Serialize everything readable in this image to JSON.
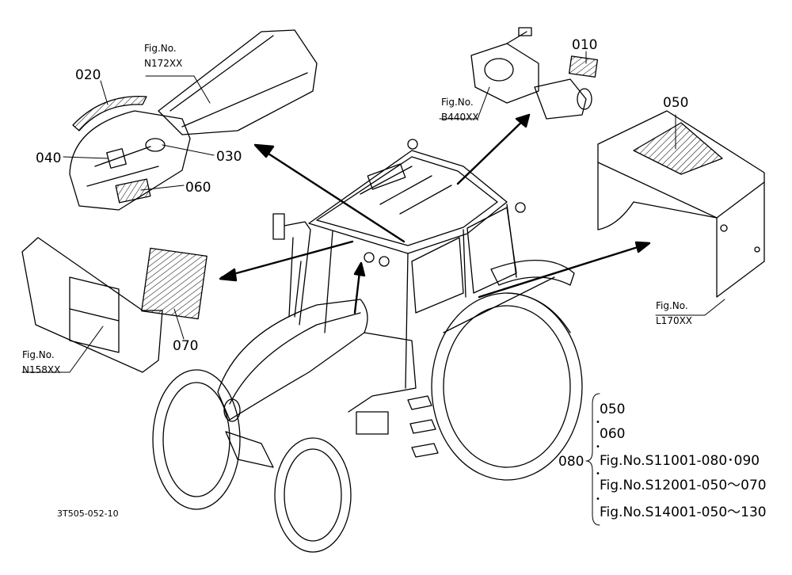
{
  "diagram": {
    "code": "3T505-052-10",
    "parts": {
      "p010": "010",
      "p020": "020",
      "p030": "030",
      "p040": "040",
      "p050": "050",
      "p060": "060",
      "p070": "070",
      "p080": "080"
    },
    "figs": {
      "n172_a": "Fig.No.",
      "n172_b": "N172XX",
      "b440_a": "Fig.No.",
      "b440_b": "B440XX",
      "l170_a": "Fig.No.",
      "l170_b": "L170XX",
      "n158_a": "Fig.No.",
      "n158_b": "N158XX"
    },
    "list": [
      "050",
      "060",
      "Fig.No.S11001-080･090",
      "Fig.No.S12001-050～070",
      "Fig.No.S14001-050～130"
    ]
  }
}
